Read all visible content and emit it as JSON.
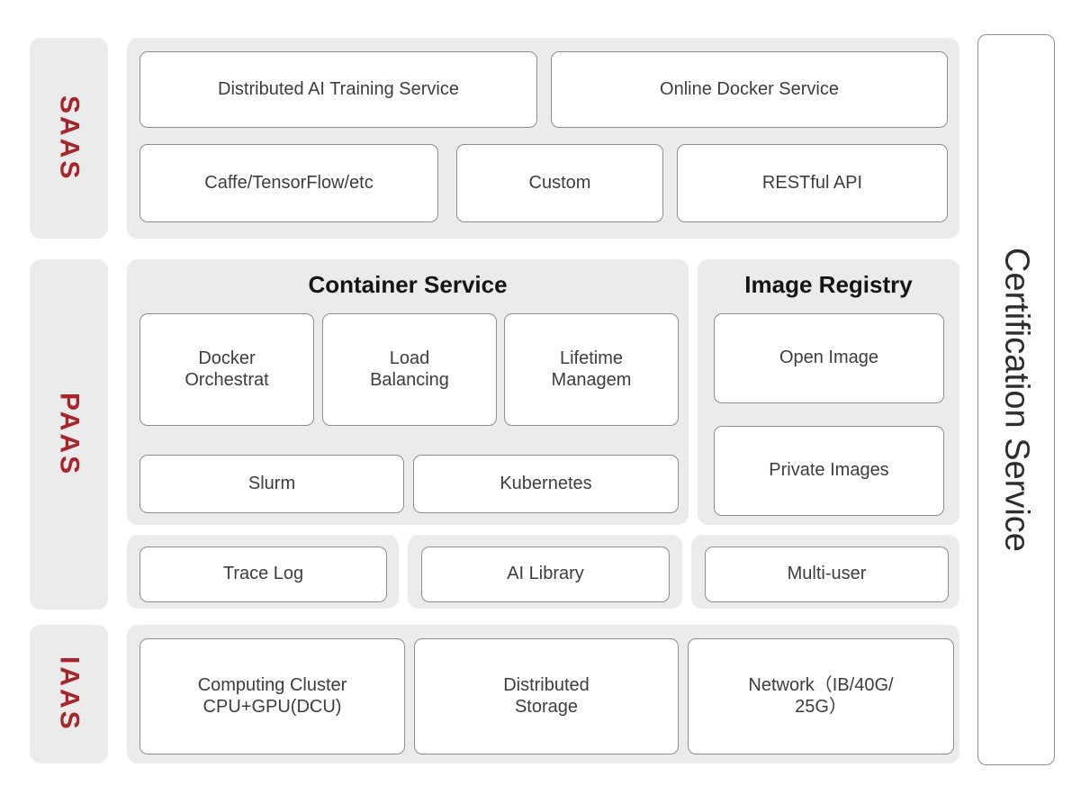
{
  "layers": {
    "saas": "SAAS",
    "paas": "PAAS",
    "iaas": "IAAS"
  },
  "saas": {
    "row1": [
      "Distributed AI Training Service",
      "Online Docker Service"
    ],
    "row2": [
      "Caffe/TensorFlow/etc",
      "Custom",
      "RESTful API"
    ]
  },
  "paas": {
    "container_service": {
      "title": "Container Service",
      "boxes": [
        "Docker\nOrchestrat",
        "Load\nBalancing",
        "Lifetime\nManagem"
      ],
      "row2": [
        "Slurm",
        "Kubernetes"
      ]
    },
    "image_registry": {
      "title": "Image Registry",
      "boxes": [
        "Open Image",
        "Private Images"
      ]
    },
    "extras": [
      "Trace Log",
      "AI Library",
      "Multi-user"
    ]
  },
  "iaas": {
    "boxes": [
      "Computing Cluster\nCPU+GPU(DCU)",
      "Distributed\nStorage",
      "Network（IB/40G/\n25G）"
    ]
  },
  "certification": {
    "label": "Certification Service"
  },
  "colors": {
    "layer_label_red": "#A7262B",
    "panel_gray": "#EBEBEB",
    "box_border": "#8E8E8E",
    "box_text": "#3D3D3D",
    "title_text": "#141414"
  }
}
